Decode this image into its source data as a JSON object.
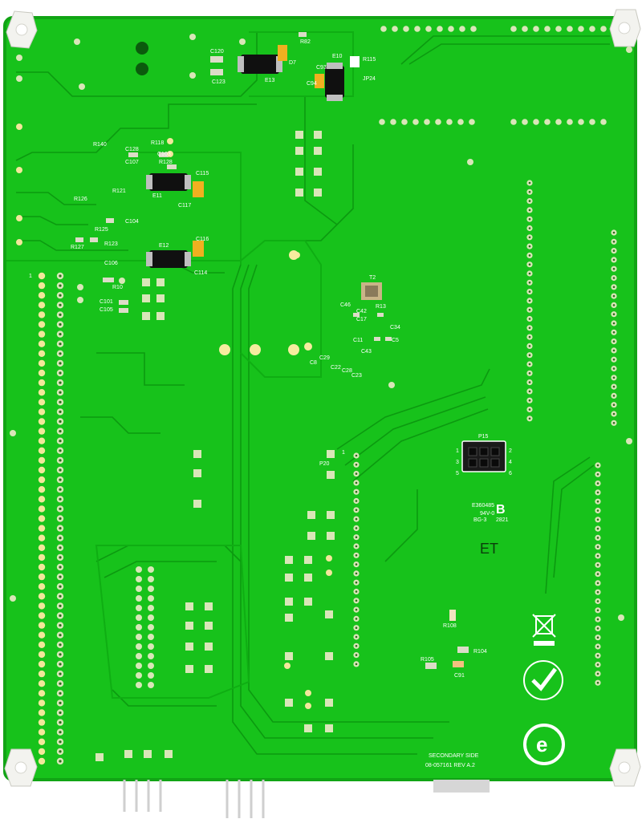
{
  "board": {
    "colors": {
      "mask": "#16c21a",
      "mask_dark": "#0fa814",
      "trace": "#0c8a10",
      "pad": "#d9e6b8",
      "gold": "#f3e79b",
      "standoff": "#f4f4f0"
    },
    "silkscreen": {
      "secondary_side": "SECONDARY SIDE",
      "rev": "08-057161 REV A.2",
      "mark_et": "ET",
      "header_p15": "P15",
      "p15_pin1": "1",
      "p15_pin2": "2",
      "p15_pin5": "5",
      "p15_pin6": "6",
      "p15_pin3": "3",
      "p15_pin4": "4",
      "p20": "P20",
      "pin1_left": "1",
      "pin1_mid": "1",
      "ul_code": "E360485",
      "ul_rating": "94V-0",
      "date_code": "2821",
      "ul_small": "BG-3"
    },
    "refdes": [
      "C120",
      "C123",
      "R82",
      "D7",
      "E13",
      "C93",
      "C94",
      "E10",
      "R115",
      "JP24",
      "R140",
      "C128",
      "R118",
      "C103",
      "C107",
      "R128",
      "E11",
      "C115",
      "C117",
      "R126",
      "R121",
      "R125",
      "C104",
      "R127",
      "R123",
      "C106",
      "E12",
      "C116",
      "C114",
      "C105",
      "C101",
      "R10",
      "C46",
      "C42",
      "C17",
      "R13",
      "T2",
      "C34",
      "C11",
      "C43",
      "C5",
      "C29",
      "C8",
      "C22",
      "C28",
      "C23",
      "R108",
      "R104",
      "R105",
      "C91"
    ]
  }
}
